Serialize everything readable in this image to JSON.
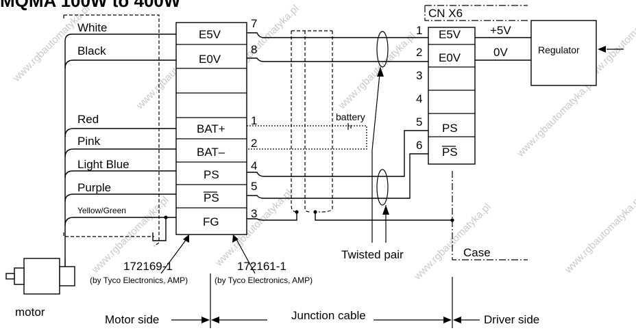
{
  "title": "MQMA  100W to 400W",
  "watermark": "www.rgbautomatyka.pl",
  "wire_colors": [
    "White",
    "Black",
    "Red",
    "Pink",
    "Light Blue",
    "Purple",
    "Yellow/Green"
  ],
  "motor_connector": {
    "rows": [
      "E5V",
      "E0V",
      "",
      "",
      "BAT+",
      "BAT–",
      "PS",
      "PS",
      "FG"
    ],
    "pins": [
      "7",
      "8",
      "1",
      "2",
      "4",
      "5",
      "3"
    ]
  },
  "battery_label": "battery",
  "cn_x6": {
    "title": "CN X6",
    "pins": [
      "1",
      "2",
      "3",
      "4",
      "5",
      "6"
    ],
    "rows": [
      "E5V",
      "E0V",
      "",
      "",
      "PS",
      "PS"
    ]
  },
  "supply_labels": {
    "plus": "+5V",
    "zero": "0V"
  },
  "regulator_label": "Regulator",
  "twisted_pair_label": "Twisted pair",
  "case_label": "Case",
  "part_left": {
    "number": "172169-1",
    "maker": "(by Tyco Electronics, AMP)"
  },
  "part_right": {
    "number": "172161-1",
    "maker": "(by Tyco Electronics, AMP)"
  },
  "motor_label": "motor",
  "section_labels": {
    "motor_side": "Motor side",
    "junction": "Junction cable",
    "driver_side": "Driver side"
  }
}
